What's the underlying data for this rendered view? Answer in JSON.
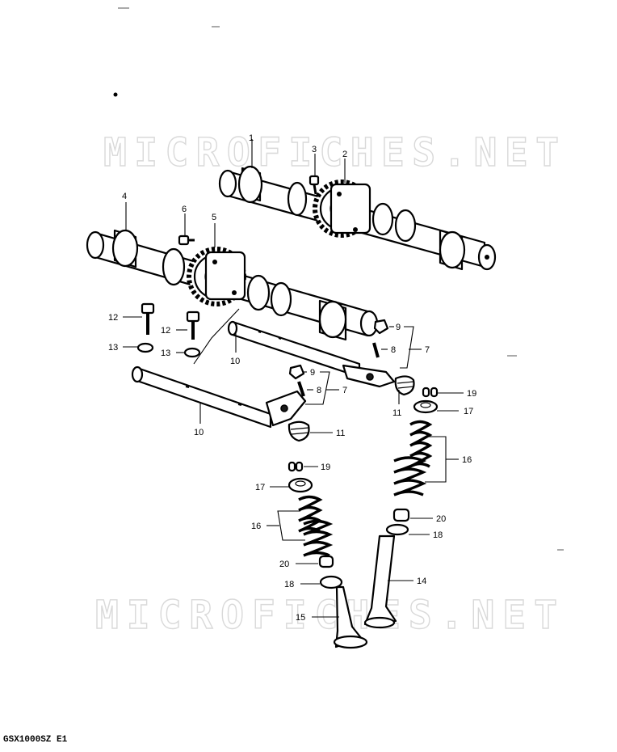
{
  "watermark": [
    "MICROFICHES.NET",
    "MICROFICHES.NET"
  ],
  "footer": {
    "model_code": "GSX1000SZ  E1"
  },
  "callouts": [
    {
      "id": "c1",
      "text": "1"
    },
    {
      "id": "c3",
      "text": "3"
    },
    {
      "id": "c2",
      "text": "2"
    },
    {
      "id": "c4",
      "text": "4"
    },
    {
      "id": "c6",
      "text": "6"
    },
    {
      "id": "c5",
      "text": "5"
    },
    {
      "id": "c12a",
      "text": "12"
    },
    {
      "id": "c12b",
      "text": "12"
    },
    {
      "id": "c13a",
      "text": "13"
    },
    {
      "id": "c13b",
      "text": "13"
    },
    {
      "id": "c10a",
      "text": "10"
    },
    {
      "id": "c9a",
      "text": "9"
    },
    {
      "id": "c8a",
      "text": "8"
    },
    {
      "id": "c7a",
      "text": "7"
    },
    {
      "id": "c9b",
      "text": "9"
    },
    {
      "id": "c8b",
      "text": "8"
    },
    {
      "id": "c7b",
      "text": "7"
    },
    {
      "id": "c10b",
      "text": "10"
    },
    {
      "id": "c11a",
      "text": "11"
    },
    {
      "id": "c11b",
      "text": "11"
    },
    {
      "id": "c19a",
      "text": "19"
    },
    {
      "id": "c17a",
      "text": "17"
    },
    {
      "id": "c16a",
      "text": "16"
    },
    {
      "id": "c20a",
      "text": "20"
    },
    {
      "id": "c18a",
      "text": "18"
    },
    {
      "id": "c14",
      "text": "14"
    },
    {
      "id": "c19b",
      "text": "19"
    },
    {
      "id": "c17b",
      "text": "17"
    },
    {
      "id": "c16b",
      "text": "16"
    },
    {
      "id": "c20b",
      "text": "20"
    },
    {
      "id": "c18b",
      "text": "18"
    },
    {
      "id": "c15",
      "text": "15"
    }
  ]
}
